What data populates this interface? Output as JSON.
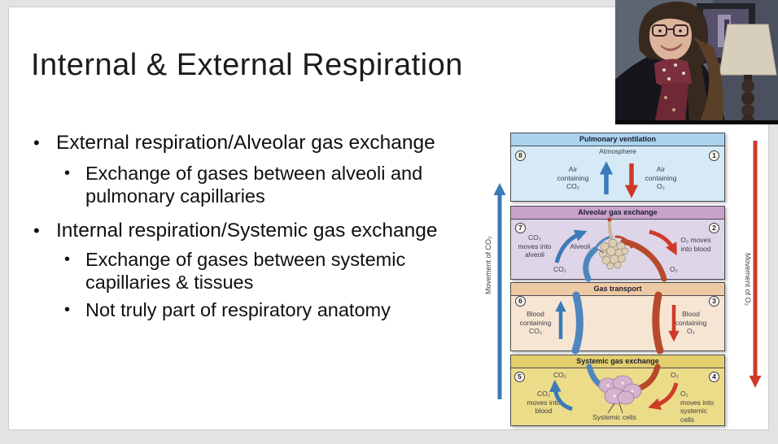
{
  "slide": {
    "title": "Internal & External Respiration",
    "bullet_glyph": "•",
    "bullets": [
      {
        "level": 1,
        "text": "External respiration/Alveolar gas exchange"
      },
      {
        "level": 2,
        "text": "Exchange of gases between alveoli and pulmonary capillaries"
      },
      {
        "level": 1,
        "text": "Internal respiration/Systemic gas exchange"
      },
      {
        "level": 2,
        "text": "Exchange of gases between systemic capillaries & tissues"
      },
      {
        "level": 2,
        "text": "Not truly part of respiratory anatomy"
      }
    ]
  },
  "diagram": {
    "left_flow_label": "Movement of CO₂",
    "right_flow_label": "Movement of O₂",
    "sections": [
      {
        "title": "Pulmonary ventilation",
        "number_left": "8",
        "number_right": "1",
        "center_label": "Atmosphere",
        "left_label_lines": [
          "Air",
          "containing",
          "CO₂"
        ],
        "right_label_lines": [
          "Air",
          "containing",
          "O₂"
        ]
      },
      {
        "title": "Alveolar gas exchange",
        "number_left": "7",
        "number_right": "2",
        "left_label_lines": [
          "CO₂",
          "moves into",
          "alveoli"
        ],
        "right_label_lines": [
          "O₂ moves",
          "into blood"
        ],
        "structure_label": "Alveoli",
        "gas_left": "CO₂",
        "gas_right": "O₂"
      },
      {
        "title": "Gas transport",
        "number_left": "6",
        "number_right": "3",
        "left_label_lines": [
          "Blood",
          "containing",
          "CO₂"
        ],
        "right_label_lines": [
          "Blood",
          "containing",
          "O₂"
        ]
      },
      {
        "title": "Systemic gas exchange",
        "number_left": "5",
        "number_right": "4",
        "left_label_lines": [
          "CO₂",
          "moves into",
          "blood"
        ],
        "right_label_lines": [
          "O₂",
          "moves into",
          "systemic",
          "cells"
        ],
        "structure_label": "Systemic cells",
        "gas_left": "CO₂",
        "gas_right": "O₂"
      }
    ]
  },
  "colors": {
    "accent_blue": "#3a7ab8",
    "accent_red": "#cf3a28",
    "vessel_blue": "#4e86be",
    "vessel_red": "#b8492b",
    "sec1_header": "#a9d3ee",
    "sec1_body": "#d5e9f7",
    "sec2_header": "#c8a2c8",
    "sec2_body": "#ded5e8",
    "sec3_header": "#eecaa4",
    "sec3_body": "#f7e5d4",
    "sec4_header": "#e4cf6e",
    "sec4_body": "#ecdc8a"
  }
}
